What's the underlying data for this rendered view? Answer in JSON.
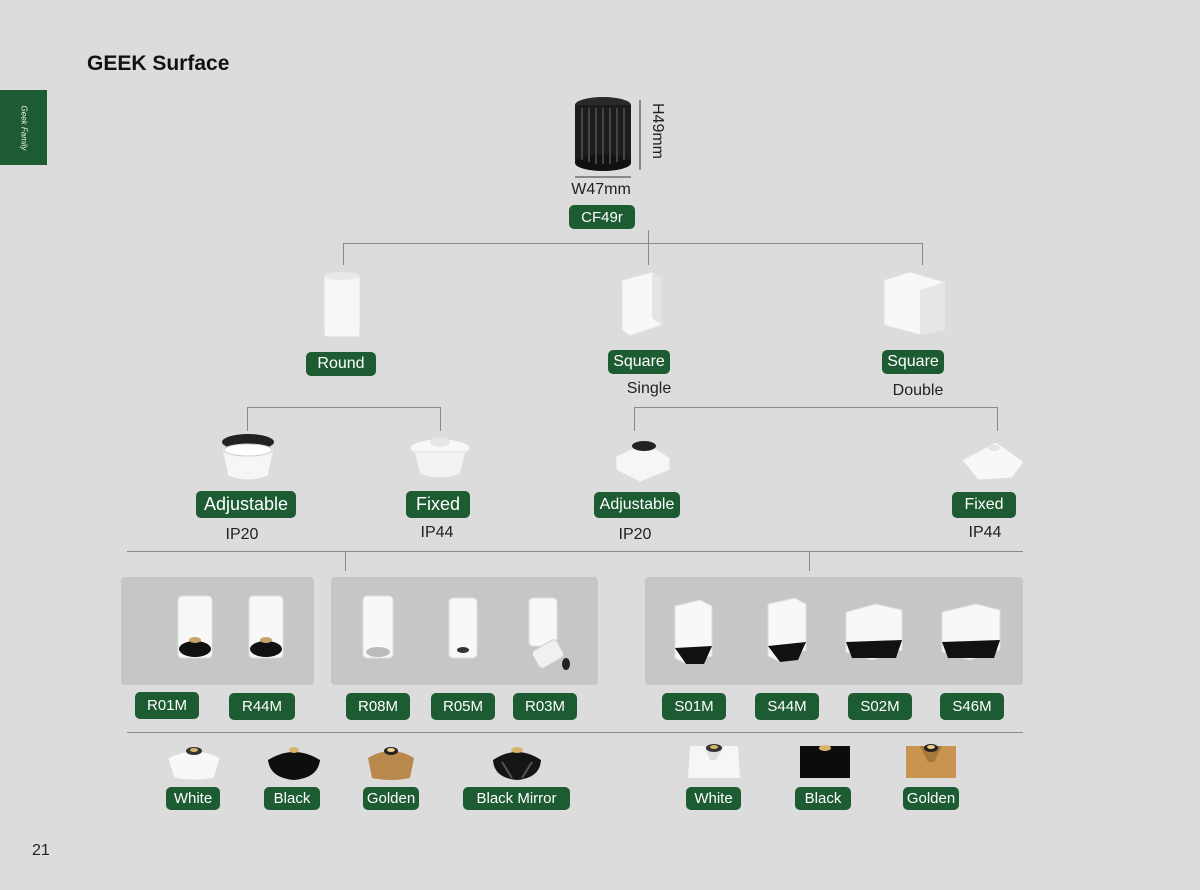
{
  "title": "GEEK Surface",
  "side_tab": "Geek Family",
  "page_number": "21",
  "module": {
    "height": "H49mm",
    "width": "W47mm",
    "name": "CF49r"
  },
  "shapes": {
    "round": "Round",
    "square_single": "Square",
    "single": "Single",
    "square_double": "Square",
    "double": "Double"
  },
  "types": {
    "round_adjustable": "Adjustable",
    "round_adjustable_ip": "IP20",
    "round_fixed": "Fixed",
    "round_fixed_ip": "IP44",
    "square_adjustable": "Adjustable",
    "square_adjustable_ip": "IP20",
    "square_fixed": "Fixed",
    "square_fixed_ip": "IP44"
  },
  "models": [
    "R01M",
    "R44M",
    "R08M",
    "R05M",
    "R03M",
    "S01M",
    "S44M",
    "S02M",
    "S46M"
  ],
  "round_finishes": [
    "White",
    "Black",
    "Golden",
    "Black Mirror"
  ],
  "square_finishes": [
    "White",
    "Black",
    "Golden"
  ]
}
